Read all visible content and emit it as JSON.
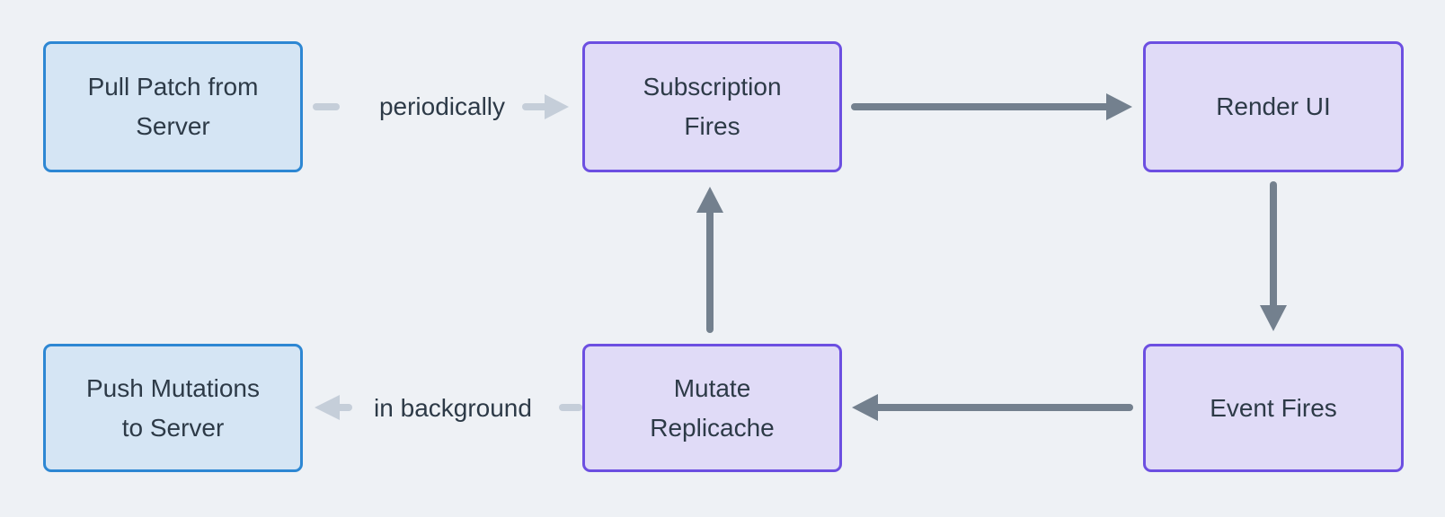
{
  "diagram": {
    "nodes": [
      {
        "id": "pull-patch-from-server",
        "label": "Pull Patch from\nServer",
        "variant": "blue"
      },
      {
        "id": "subscription-fires",
        "label": "Subscription\nFires",
        "variant": "purple"
      },
      {
        "id": "render-ui",
        "label": "Render UI",
        "variant": "purple"
      },
      {
        "id": "event-fires",
        "label": "Event Fires",
        "variant": "purple"
      },
      {
        "id": "mutate-replicache",
        "label": "Mutate\nReplicache",
        "variant": "purple"
      },
      {
        "id": "push-mutations-to-server",
        "label": "Push Mutations\nto Server",
        "variant": "blue"
      }
    ],
    "edges": [
      {
        "id": "pull-to-subscription",
        "from": "pull-patch-from-server",
        "to": "subscription-fires",
        "label": "periodically",
        "style": "light"
      },
      {
        "id": "subscription-to-render",
        "from": "subscription-fires",
        "to": "render-ui",
        "label": "",
        "style": "dark"
      },
      {
        "id": "render-to-event",
        "from": "render-ui",
        "to": "event-fires",
        "label": "",
        "style": "dark"
      },
      {
        "id": "event-to-mutate",
        "from": "event-fires",
        "to": "mutate-replicache",
        "label": "",
        "style": "dark"
      },
      {
        "id": "mutate-to-subscription",
        "from": "mutate-replicache",
        "to": "subscription-fires",
        "label": "",
        "style": "dark"
      },
      {
        "id": "mutate-to-push",
        "from": "mutate-replicache",
        "to": "push-mutations-to-server",
        "label": "in background",
        "style": "light"
      }
    ],
    "colors": {
      "background": "#eef1f5",
      "blue_border": "#2d87d3",
      "blue_fill": "#d5e5f4",
      "purple_border": "#6c4fe1",
      "purple_fill": "#e0dbf7",
      "arrow_dark": "#73808e",
      "arrow_light": "#c5ced9",
      "text": "#2d3a47"
    }
  }
}
